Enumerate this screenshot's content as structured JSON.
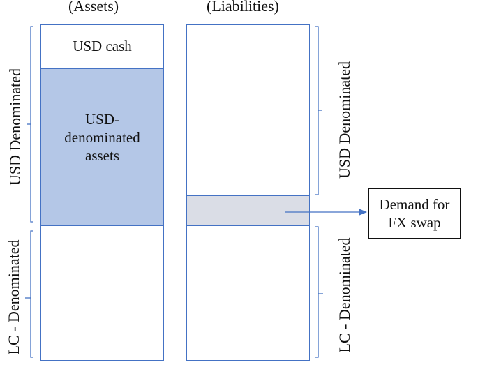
{
  "headers": {
    "assets": "(Assets)",
    "liabilities": "(Liabilities)"
  },
  "assets": {
    "usd_cash": "USD cash",
    "usd_denominated_assets_line1": "USD-",
    "usd_denominated_assets_line2": "denominated",
    "usd_denominated_assets_line3": "assets"
  },
  "side_labels": {
    "left_usd": "USD Denominated",
    "left_lc": "LC - Denominated",
    "right_usd": "USD Denominated",
    "right_lc": "LC - Denominated"
  },
  "callout": {
    "text": "Demand for\nFX swap"
  },
  "colors": {
    "border": "#4472c4",
    "usd_assets_fill": "#b4c7e7",
    "swap_fill": "#dadde6",
    "arrow": "#4472c4"
  }
}
